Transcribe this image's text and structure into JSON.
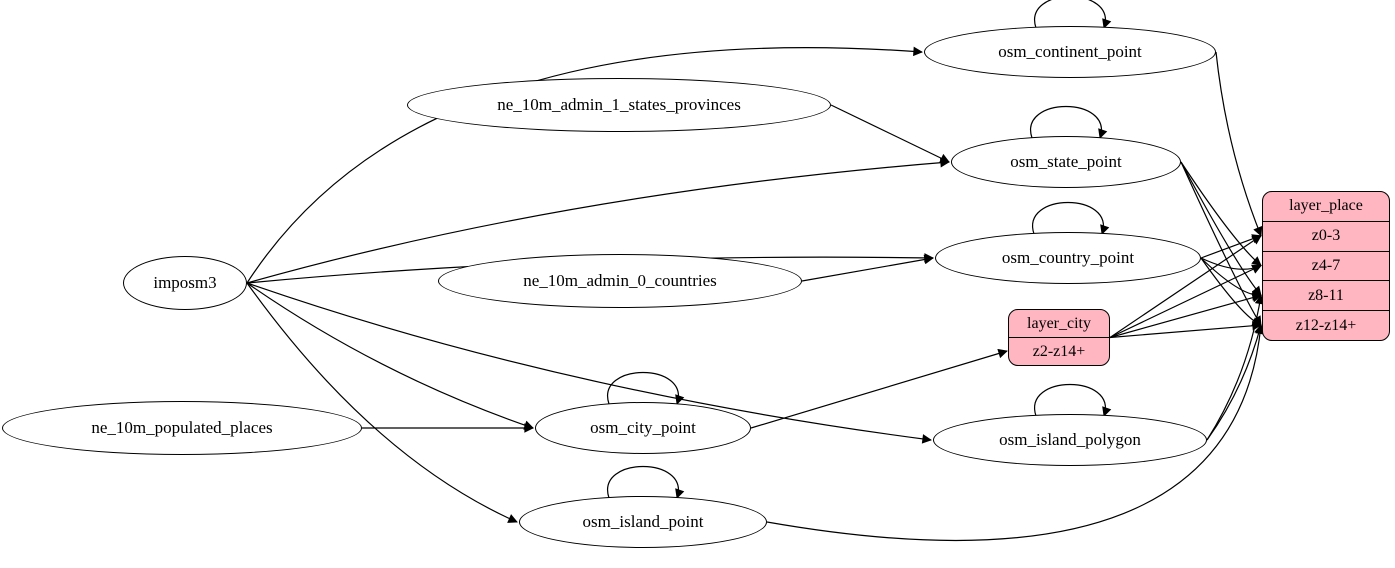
{
  "diagram": {
    "type": "etl-graph",
    "colors": {
      "record_fill": "#ffb6c1",
      "ellipse_fill": "#ffffff",
      "stroke": "#000000",
      "edge": "#000000",
      "background": "#ffffff"
    },
    "nodes": [
      {
        "id": "imposm3",
        "label": "imposm3",
        "type": "ellipse"
      },
      {
        "id": "ne_10m_admin_1_states_provinces",
        "label": "ne_10m_admin_1_states_provinces",
        "type": "ellipse"
      },
      {
        "id": "ne_10m_admin_0_countries",
        "label": "ne_10m_admin_0_countries",
        "type": "ellipse"
      },
      {
        "id": "ne_10m_populated_places",
        "label": "ne_10m_populated_places",
        "type": "ellipse"
      },
      {
        "id": "osm_continent_point",
        "label": "osm_continent_point",
        "type": "ellipse"
      },
      {
        "id": "osm_state_point",
        "label": "osm_state_point",
        "type": "ellipse"
      },
      {
        "id": "osm_country_point",
        "label": "osm_country_point",
        "type": "ellipse"
      },
      {
        "id": "osm_city_point",
        "label": "osm_city_point",
        "type": "ellipse"
      },
      {
        "id": "osm_island_polygon",
        "label": "osm_island_polygon",
        "type": "ellipse"
      },
      {
        "id": "osm_island_point",
        "label": "osm_island_point",
        "type": "ellipse"
      },
      {
        "id": "layer_city",
        "label": "layer_city",
        "type": "record",
        "rows": [
          "z2-z14+"
        ]
      },
      {
        "id": "layer_place",
        "label": "layer_place",
        "type": "record",
        "rows": [
          "z0-3",
          "z4-7",
          "z8-11",
          "z12-z14+"
        ]
      }
    ],
    "edges": [
      {
        "from": "imposm3",
        "to": "osm_continent_point",
        "bend": [
          -164,
          -152
        ]
      },
      {
        "from": "imposm3",
        "to": "osm_state_point",
        "bend": [
          -30,
          -30
        ]
      },
      {
        "from": "imposm3",
        "to": "osm_country_point",
        "bend": [
          -20,
          -18
        ]
      },
      {
        "from": "imposm3",
        "to": "osm_city_point",
        "bend": [
          -10,
          20
        ]
      },
      {
        "from": "imposm3",
        "to": "osm_island_polygon",
        "bend": [
          -30,
          30
        ]
      },
      {
        "from": "imposm3",
        "to": "osm_island_point",
        "bend": [
          -10,
          55
        ]
      },
      {
        "from": "ne_10m_admin_1_states_provinces",
        "to": "osm_state_point"
      },
      {
        "from": "ne_10m_admin_0_countries",
        "to": "osm_country_point"
      },
      {
        "from": "ne_10m_populated_places",
        "to": "osm_city_point"
      },
      {
        "from": "osm_continent_point",
        "to": "osm_continent_point"
      },
      {
        "from": "osm_state_point",
        "to": "osm_state_point"
      },
      {
        "from": "osm_country_point",
        "to": "osm_country_point"
      },
      {
        "from": "osm_city_point",
        "to": "osm_city_point"
      },
      {
        "from": "osm_island_polygon",
        "to": "osm_island_polygon"
      },
      {
        "from": "osm_island_point",
        "to": "osm_island_point"
      },
      {
        "from": "osm_city_point",
        "to": "layer_city",
        "port": 0
      },
      {
        "from": "osm_continent_point",
        "to": "layer_place",
        "port": 0,
        "bend": [
          -12,
          6
        ]
      },
      {
        "from": "osm_country_point",
        "to": "layer_place",
        "port": 0
      },
      {
        "from": "osm_country_point",
        "to": "layer_place",
        "port": 1,
        "bend": [
          8,
          14
        ]
      },
      {
        "from": "osm_country_point",
        "to": "layer_place",
        "port": 2,
        "bend": [
          10,
          20
        ]
      },
      {
        "from": "osm_country_point",
        "to": "layer_place",
        "port": 3,
        "bend": [
          12,
          26
        ]
      },
      {
        "from": "osm_state_point",
        "to": "layer_place",
        "port": 1,
        "bend": [
          14,
          30
        ]
      },
      {
        "from": "osm_state_point",
        "to": "layer_place",
        "port": 2,
        "bend": [
          16,
          38
        ]
      },
      {
        "from": "osm_state_point",
        "to": "layer_place",
        "port": 3,
        "bend": [
          18,
          46
        ]
      },
      {
        "from": "layer_city",
        "to": "layer_place",
        "port": 0
      },
      {
        "from": "layer_city",
        "to": "layer_place",
        "port": 1
      },
      {
        "from": "layer_city",
        "to": "layer_place",
        "port": 2
      },
      {
        "from": "layer_city",
        "to": "layer_place",
        "port": 3
      },
      {
        "from": "osm_island_polygon",
        "to": "layer_place",
        "port": 2,
        "bend": [
          14,
          8
        ]
      },
      {
        "from": "osm_island_polygon",
        "to": "layer_place",
        "port": 3,
        "bend": [
          10,
          6
        ]
      },
      {
        "from": "osm_island_point",
        "to": "layer_place",
        "port": 3,
        "bend": [
          219,
          180
        ]
      }
    ]
  }
}
